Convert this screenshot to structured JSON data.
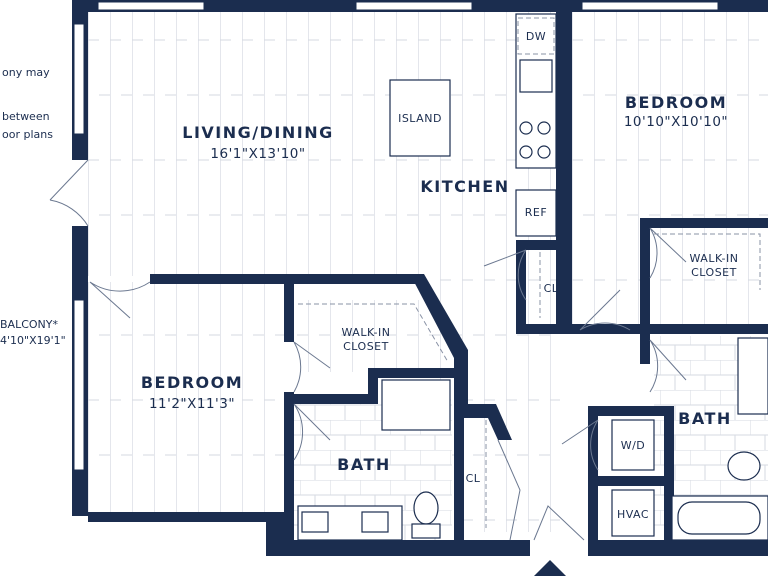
{
  "labels": {
    "living_dining": "LIVING/DINING",
    "living_dining_dim": "16'1\"X13'10\"",
    "kitchen": "KITCHEN",
    "island": "ISLAND",
    "dw": "DW",
    "ref": "REF",
    "cl_kitchen": "CL",
    "bedroom_right": "BEDROOM",
    "bedroom_right_dim": "10'10\"X10'10\"",
    "walkin_right_line1": "WALK-IN",
    "walkin_right_line2": "CLOSET",
    "bath_right": "BATH",
    "wd": "W/D",
    "hvac": "HVAC",
    "bedroom_left": "BEDROOM",
    "bedroom_left_dim": "11'2\"X11'3\"",
    "walkin_left_line1": "WALK-IN",
    "walkin_left_line2": "CLOSET",
    "bath_left": "BATH",
    "cl_hall": "CL",
    "balcony_note_line1": "ony may",
    "balcony_note_line2": "between",
    "balcony_note_line3": "oor plans",
    "balcony": "BALCONY*",
    "balcony_dim": "4'10\"X19'1\""
  },
  "colors": {
    "wall": "#1b2d4f",
    "floor_line": "#c9ced8",
    "background": "#ffffff"
  }
}
